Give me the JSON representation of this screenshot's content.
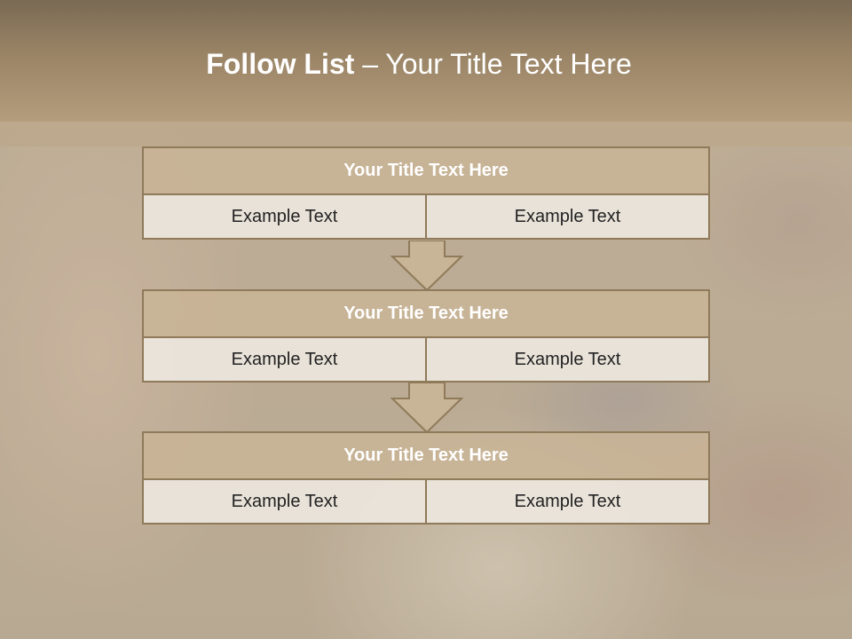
{
  "title": {
    "bold_part": "Follow List",
    "rest_part": " – Your Title Text Here"
  },
  "blocks": [
    {
      "heading": "Your Title Text Here",
      "left_text": "Example Text",
      "right_text": "Example Text"
    },
    {
      "heading": "Your Title Text Here",
      "left_text": "Example Text",
      "right_text": "Example Text"
    },
    {
      "heading": "Your Title Text Here",
      "left_text": "Example Text",
      "right_text": "Example Text"
    }
  ],
  "colors": {
    "header": "#9a8466",
    "heading_fill": "#c8b496",
    "border": "#8f7a5a",
    "cell_fill": "#ece6de"
  },
  "icons": [
    "down-arrow-icon",
    "down-arrow-icon"
  ]
}
